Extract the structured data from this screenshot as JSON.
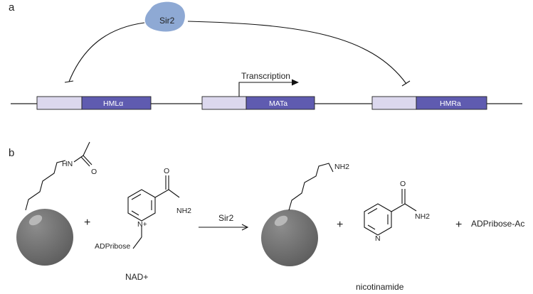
{
  "panels": {
    "a": {
      "label": "a",
      "enzyme": "Sir2",
      "transcription_label": "Transcription",
      "loci": [
        {
          "id": "hml",
          "gene": "HMLα"
        },
        {
          "id": "mat",
          "gene": "MATa"
        },
        {
          "id": "hmr",
          "gene": "HMRa"
        }
      ],
      "colors": {
        "enzyme_fill": "#8ea9d4",
        "light_block": "#dcd8ee",
        "dark_block": "#5f5bb0",
        "line": "#222222"
      }
    },
    "b": {
      "label": "b",
      "plus": "+",
      "enzyme": "Sir2",
      "acetyl_n_label": "HN",
      "acetyl_o_label": "O",
      "nad_o_label": "O",
      "nad_nh2_label": "NH2",
      "nad_nplus_label": "N+",
      "adpribose_label": "ADPribose",
      "nad_label": "NAD+",
      "product_nh2_label": "NH2",
      "nic_o_label": "O",
      "nic_nh2_label": "NH2",
      "nic_n_label": "N",
      "nicotinamide_label": "nicotinamide",
      "adpr_ac_label": "ADPribose-Ac",
      "colors": {
        "sphere": "#747474",
        "sphere_highlight": "#b8b8b8"
      }
    }
  }
}
